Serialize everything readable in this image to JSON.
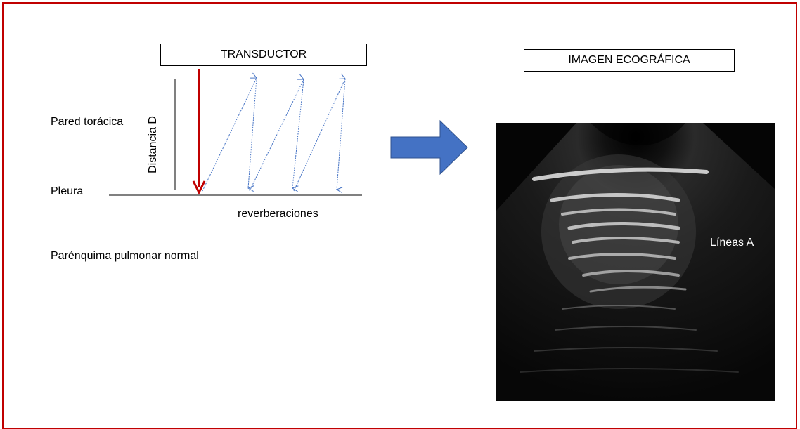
{
  "transducer_label": "TRANSDUCTOR",
  "image_title": "IMAGEN ECOGRÁFICA",
  "labels": {
    "chest_wall": "Pared torácica",
    "pleura": "Pleura",
    "distance": "Distancia D",
    "reverberations": "reverberaciones",
    "parenchyma": "Parénquima pulmonar normal",
    "a_lines": "Líneas A"
  },
  "colors": {
    "border": "#c00000",
    "incident_arrow": "#c00000",
    "reverberation_arrows": "#4472c4",
    "big_arrow": "#4472c4"
  }
}
